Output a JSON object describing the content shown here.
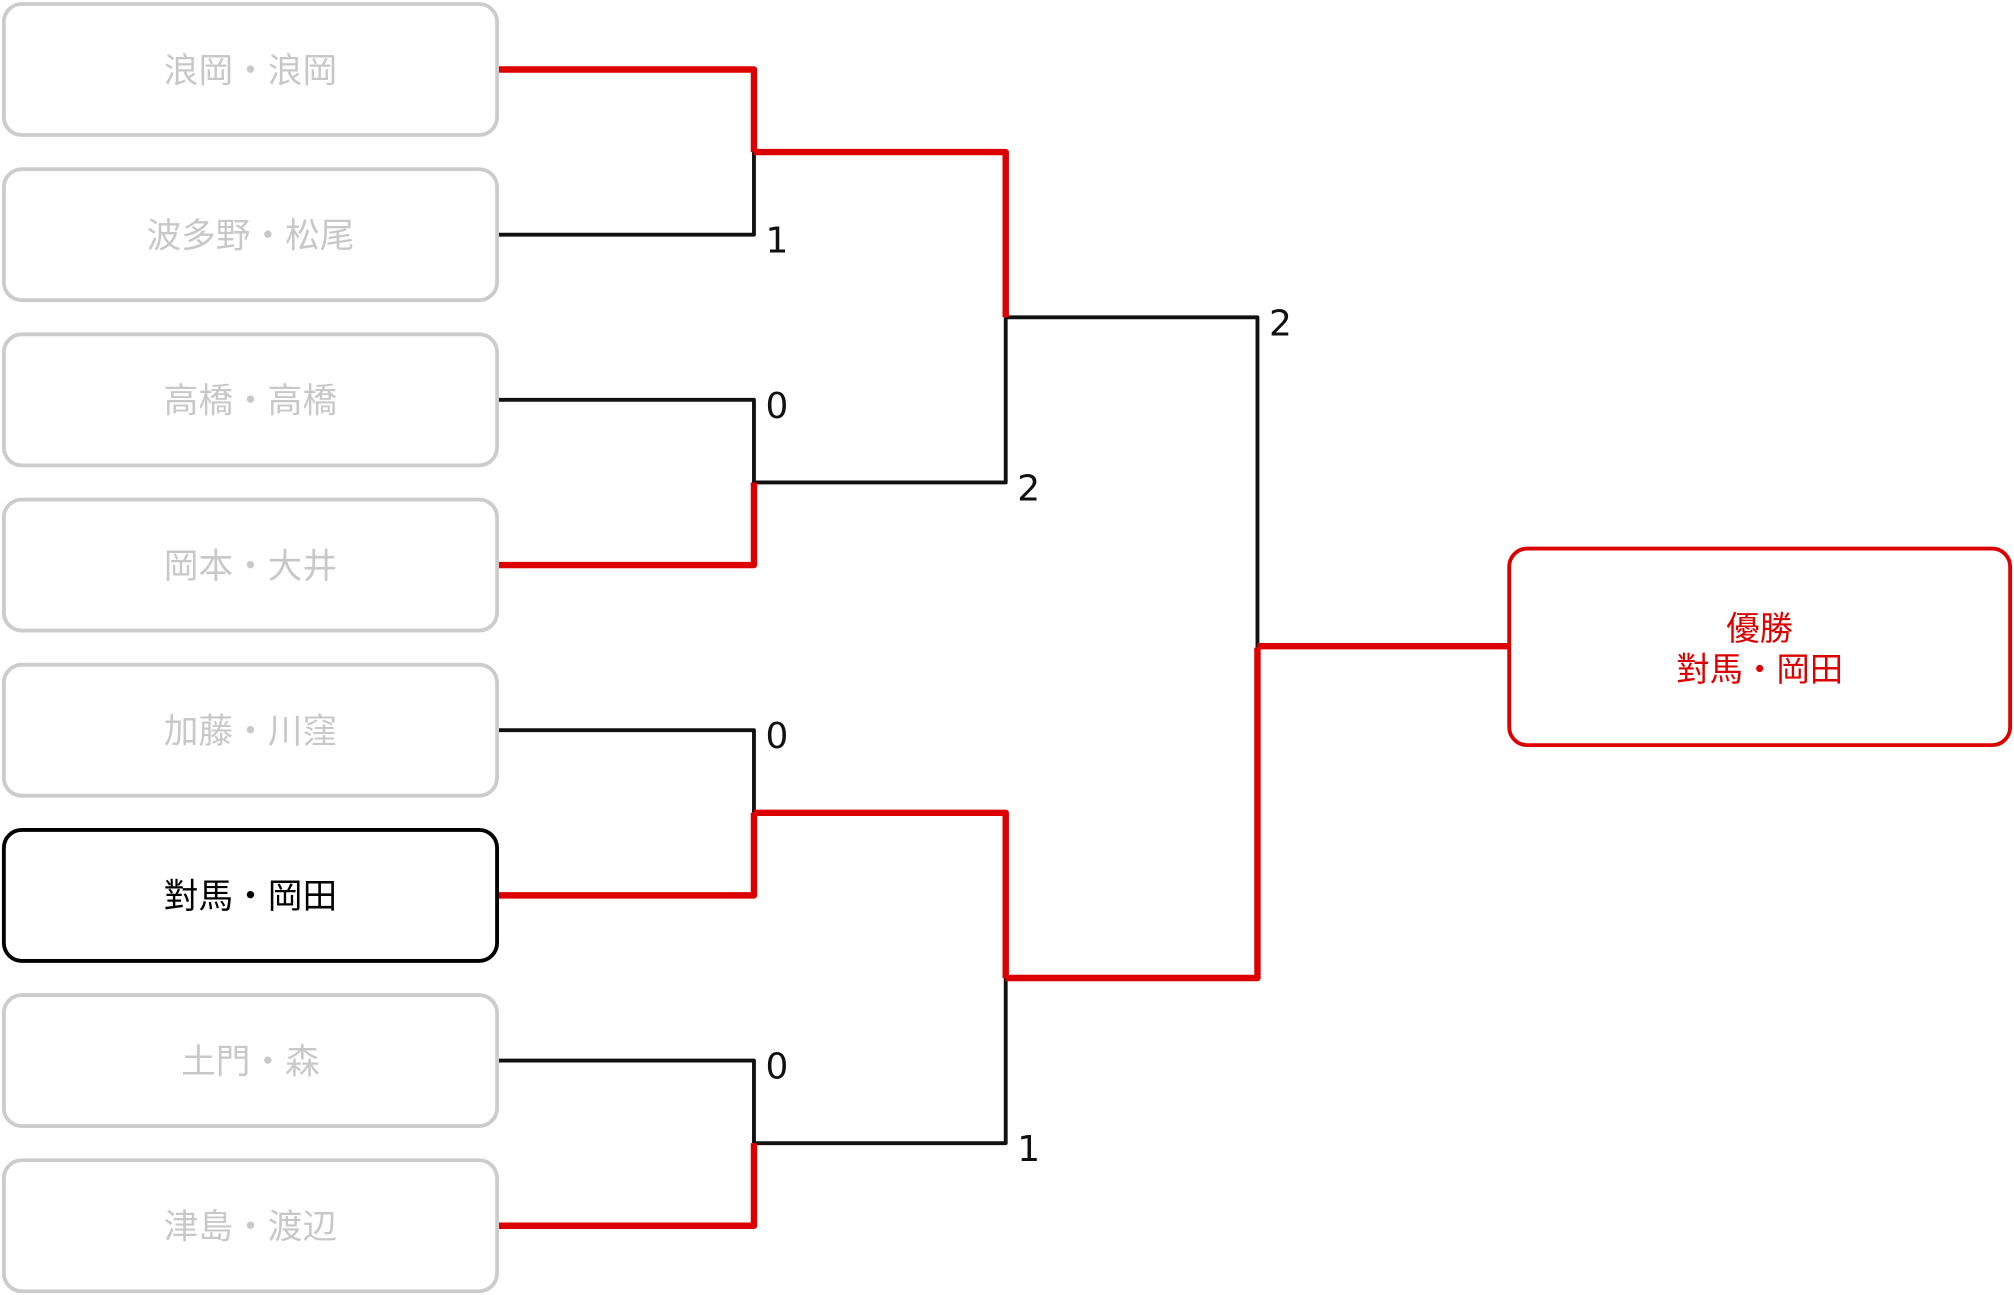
{
  "colors": {
    "winner_line": "#dd0000",
    "loser_line": "#111111",
    "inactive_text": "#c8c8c8",
    "inactive_border": "#cccccc",
    "active": "#000000",
    "champion": "#dd0000"
  },
  "teams": [
    {
      "name": "浪岡・浪岡",
      "state": "inactive"
    },
    {
      "name": "波多野・松尾",
      "state": "inactive"
    },
    {
      "name": "高橋・高橋",
      "state": "inactive"
    },
    {
      "name": "岡本・大井",
      "state": "inactive"
    },
    {
      "name": "加藤・川窪",
      "state": "inactive"
    },
    {
      "name": "對馬・岡田",
      "state": "active"
    },
    {
      "name": "土門・森",
      "state": "inactive"
    },
    {
      "name": "津島・渡辺",
      "state": "inactive"
    }
  ],
  "rounds": [
    [
      {
        "winner": 0,
        "score": "1"
      },
      {
        "winner": 1,
        "score": "0"
      },
      {
        "winner": 1,
        "score": "0"
      },
      {
        "winner": 1,
        "score": "0"
      }
    ],
    [
      {
        "winner": 0,
        "score": "2"
      },
      {
        "winner": 0,
        "score": "1"
      }
    ],
    [
      {
        "winner": 1,
        "score": "2"
      }
    ]
  ],
  "champion": {
    "label": "優勝",
    "name": "對馬・岡田"
  }
}
